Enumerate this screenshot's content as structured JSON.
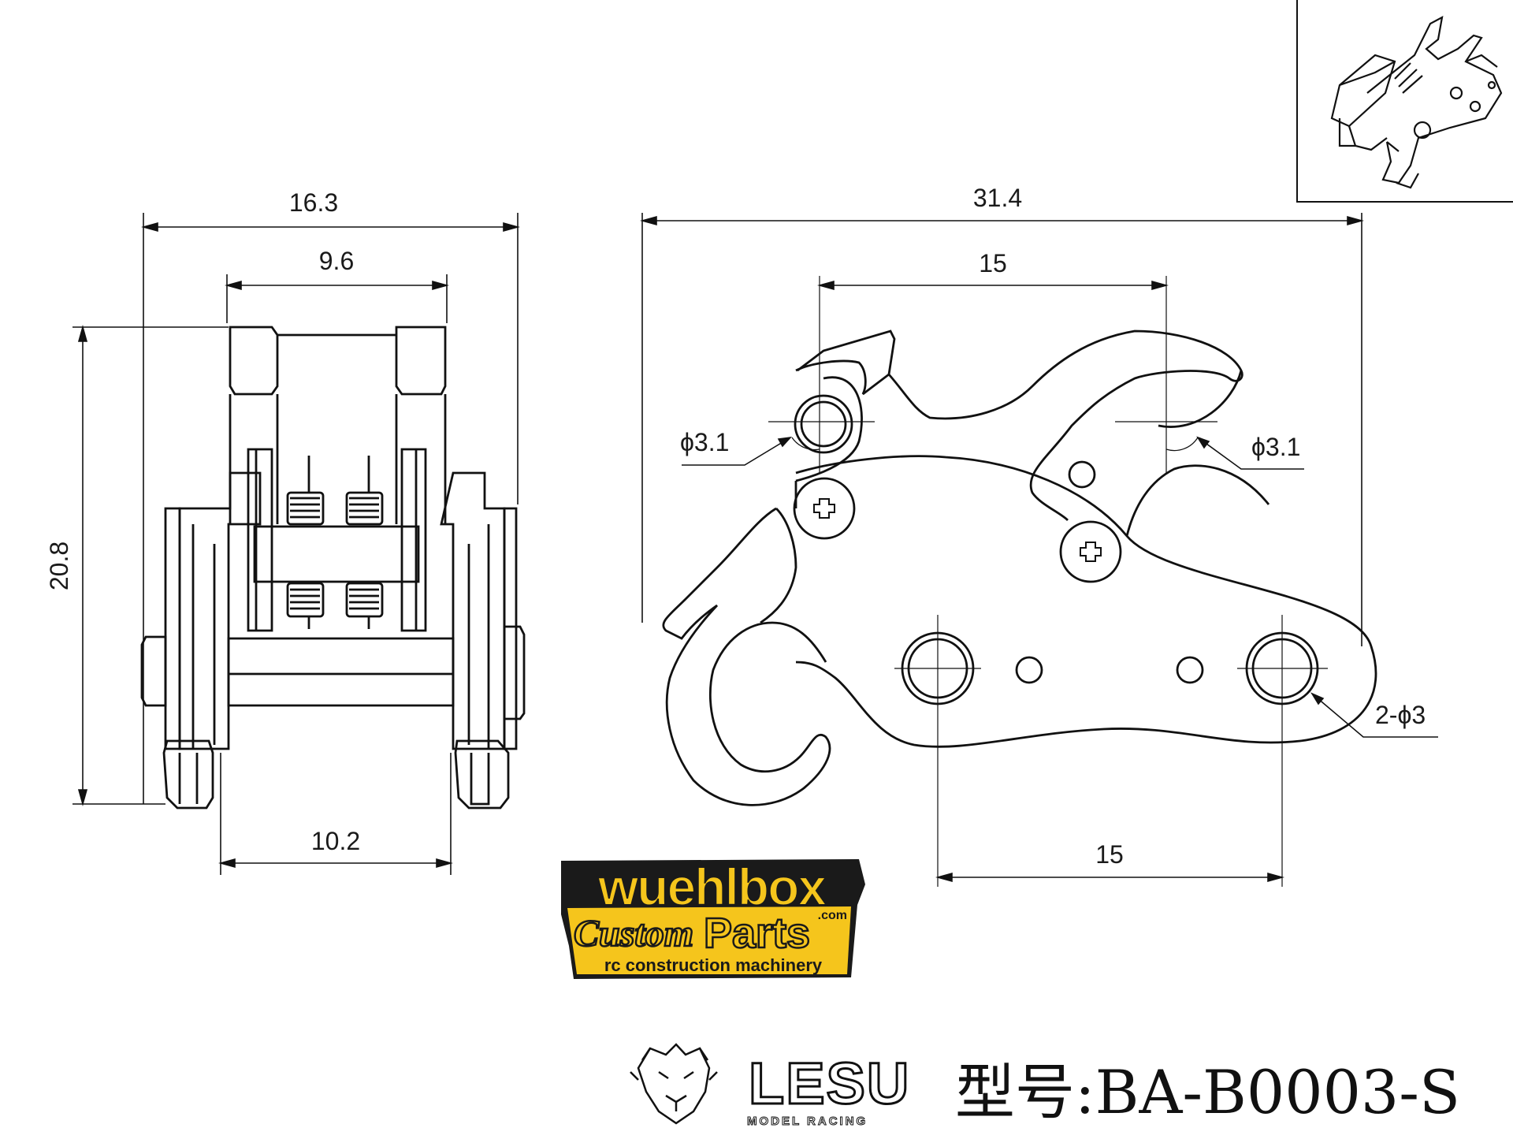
{
  "dimensions": {
    "side_width_outer": "16.3",
    "side_width_inner": "9.6",
    "side_height": "20.8",
    "side_base_width": "10.2",
    "front_overall_width": "31.4",
    "front_pin_spacing_top": "15",
    "front_pin_spacing_bottom": "15",
    "pin_left_diameter": "ϕ3.1",
    "pin_right_diameter": "ϕ3.1",
    "mount_holes": "2-ϕ3"
  },
  "logo_wuehlbox": {
    "line1": "wuehlbox",
    "com": ".com",
    "line2_script": "Custom",
    "line2_bold": "Parts",
    "line3": "rc construction machinery",
    "bg_color": "#f5c51c",
    "text_color": "#1a1a1a"
  },
  "brand": {
    "name": "LESU",
    "sub": "MODEL RACING",
    "model_label": "型号:BA-B0003-S"
  },
  "colors": {
    "line": "#111111",
    "background": "#ffffff",
    "logo_yellow": "#f5c51c"
  }
}
